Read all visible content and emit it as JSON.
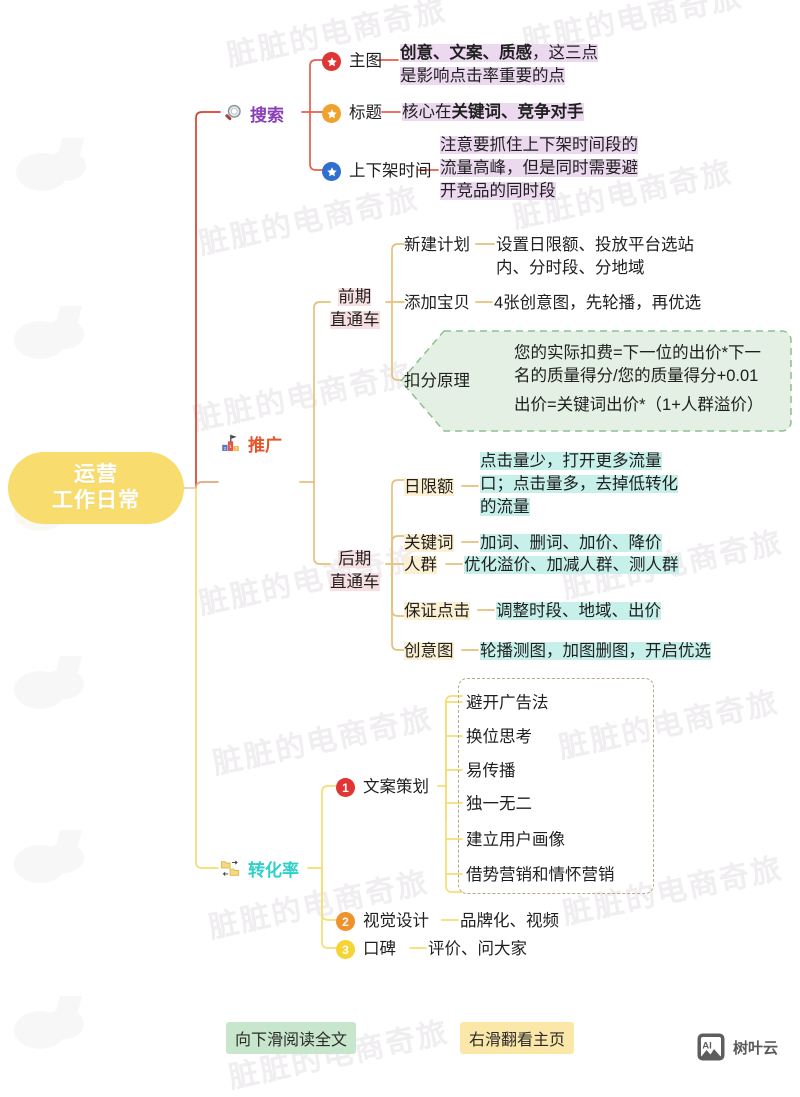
{
  "root": {
    "line1": "运营",
    "line2": "工作日常",
    "color": "#f9dc6e"
  },
  "watermark": {
    "text": "脏脏的电商奇旅"
  },
  "branches": [
    {
      "key": "search",
      "label": "搜索",
      "icon": "magnifier-icon",
      "label_color": "#8b3fb5",
      "children": [
        {
          "bullet": "star",
          "bullet_color": "#e03535",
          "label": "主图",
          "desc_bold": "创意、文案、质感",
          "desc_rest": "，这三点",
          "desc_line2": "是影响点击率重要的点",
          "highlight": "#ecd9f0"
        },
        {
          "bullet": "star",
          "bullet_color": "#f0a32c",
          "label": "标题",
          "desc_plain": "核心在",
          "desc_bold": "关键词、竞争对手",
          "highlight": "#ecd9f0"
        },
        {
          "bullet": "star",
          "bullet_color": "#2f6fd0",
          "label": "上下架时间",
          "desc_line1": "注意要抓住上下架时间段的",
          "desc_line2": "流量高峰，但是同时需要避",
          "desc_line3": "开竞品的同时段",
          "highlight": "#ecd9f0"
        }
      ]
    },
    {
      "key": "promotion",
      "label": "推广",
      "icon": "podium-icon",
      "label_color": "#e3542a",
      "groups": [
        {
          "title_line1": "前期",
          "title_line2": "直通车",
          "title_highlight": "#f8dfe2",
          "items": [
            {
              "label": "新建计划",
              "desc_line1": "设置日限额、投放平台选站",
              "desc_line2": "内、分时段、分地域"
            },
            {
              "label": "添加宝贝",
              "desc_line1": "4张创意图，先轮播，再优选"
            },
            {
              "label": "扣分原理",
              "boxed": true,
              "box_color": "#e3f0e3",
              "desc_line1": "您的实际扣费=下一位的出价*下一",
              "desc_line2": "名的质量得分/您的质量得分+0.01",
              "desc_line3": "出价=关键词出价*（1+人群溢价）"
            }
          ]
        },
        {
          "title_line1": "后期",
          "title_line2": "直通车",
          "title_highlight": "#f8dfe2",
          "items": [
            {
              "label": "日限额",
              "label_highlight": "#fcf0d2",
              "desc_highlight": "#c7f0ea",
              "desc_line1": "点击量少，打开更多流量",
              "desc_line2": "口；点击量多，去掉低转化",
              "desc_line3": "的流量"
            },
            {
              "label": "关键词",
              "label_highlight": "#fcf0d2",
              "desc_highlight": "#c7f0ea",
              "desc_line1": "加词、删词、加价、降价"
            },
            {
              "label": "人群",
              "label_highlight": "#fcf0d2",
              "desc_highlight": "#c7f0ea",
              "desc_line1": "优化溢价、加减人群、测人群"
            },
            {
              "label": "保证点击",
              "label_highlight": "#fcf0d2",
              "desc_highlight": "#c7f0ea",
              "desc_line1": "调整时段、地域、出价"
            },
            {
              "label": "创意图",
              "label_highlight": "#fcf0d2",
              "desc_highlight": "#c7f0ea",
              "desc_line1": "轮播测图，加图删图，开启优选"
            }
          ]
        }
      ]
    },
    {
      "key": "conversion",
      "label": "转化率",
      "icon": "folder-transfer-icon",
      "label_color": "#2ed0c8",
      "children": [
        {
          "bullet": "1",
          "bullet_color": "#e03535",
          "label": "文案策划",
          "boxed": true,
          "sub": [
            "避开广告法",
            "换位思考",
            "易传播",
            "独一无二",
            "建立用户画像",
            "借势营销和情怀营销"
          ]
        },
        {
          "bullet": "2",
          "bullet_color": "#f0922c",
          "label": "视觉设计",
          "desc_line1": "品牌化、视频"
        },
        {
          "bullet": "3",
          "bullet_color": "#f5d434",
          "label": "口碑",
          "desc_line1": "评价、问大家"
        }
      ]
    }
  ],
  "footer": {
    "scroll_hint": "向下滑阅读全文",
    "scroll_hint_color": "#c8e6cb",
    "swipe_hint": "右滑翻看主页",
    "swipe_hint_color": "#fbe8a8",
    "brand_badge": "AI",
    "brand_name": "树叶云"
  }
}
